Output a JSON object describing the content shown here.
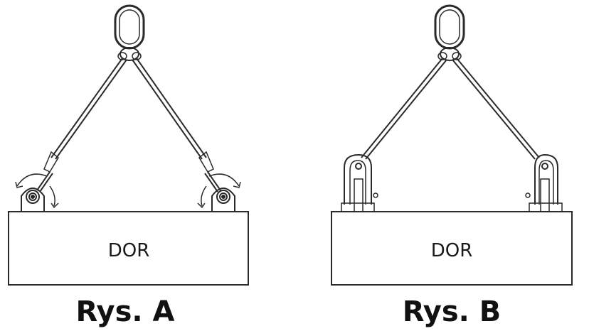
{
  "figures": [
    {
      "box_label": "DOR",
      "caption": "Rys. A"
    },
    {
      "box_label": "DOR",
      "caption": "Rys. B"
    }
  ],
  "colors": {
    "stroke": "#2a2a2a",
    "fill": "#ffffff",
    "text": "#111111"
  }
}
